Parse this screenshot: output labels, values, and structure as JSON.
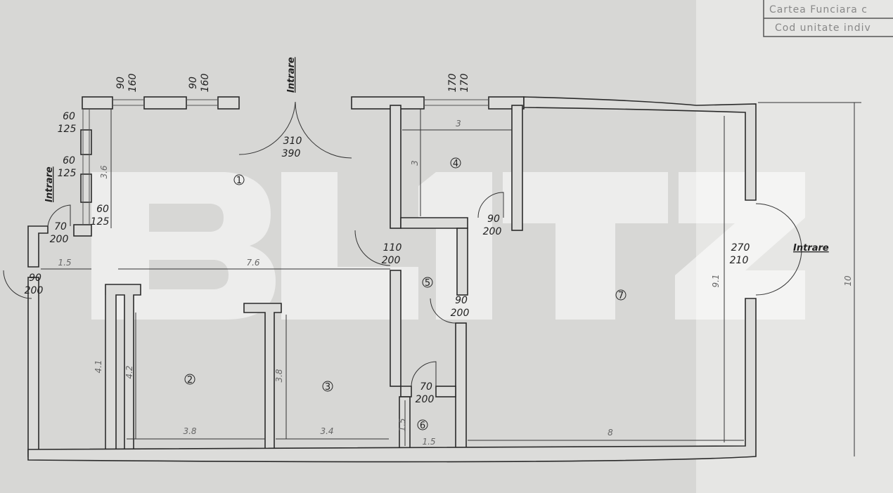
{
  "title_block": {
    "row1": "Cartea Funciara c",
    "row2": "Cod unitate indiv"
  },
  "watermark": "BLITZ",
  "entrance_label": "Intrare",
  "rooms": [
    "1",
    "2",
    "3",
    "4",
    "5",
    "6",
    "7"
  ],
  "openings": {
    "win_top_a": [
      "90",
      "160"
    ],
    "win_top_b": [
      "90",
      "160"
    ],
    "win_top_c": [
      "170",
      "170"
    ],
    "win_left_a": [
      "60",
      "125"
    ],
    "win_left_b": [
      "60",
      "125"
    ],
    "win_left_c": [
      "60",
      "125"
    ],
    "door_main": [
      "310",
      "390"
    ],
    "door_left_a": [
      "70",
      "200"
    ],
    "door_left_b": [
      "90",
      "200"
    ],
    "door_4": [
      "90",
      "200"
    ],
    "door_5": [
      "110",
      "200"
    ],
    "door_5b": [
      "90",
      "200"
    ],
    "door_6": [
      "70",
      "200"
    ],
    "door_7": [
      "270",
      "210"
    ]
  },
  "dimensions": {
    "d1_5": "1.5",
    "d7_6": "7.6",
    "d3_6": "3.6",
    "d3_top": "3",
    "d3_side": "3",
    "d4_1": "4.1",
    "d4_2": "4.2",
    "d3_8v": "3.8",
    "d3_8h": "3.8",
    "d3_4": "3.4",
    "d1_5v": "1.5",
    "d1_5h": "1.5",
    "d8": "8",
    "d9_1": "9.1",
    "d10": "10"
  }
}
